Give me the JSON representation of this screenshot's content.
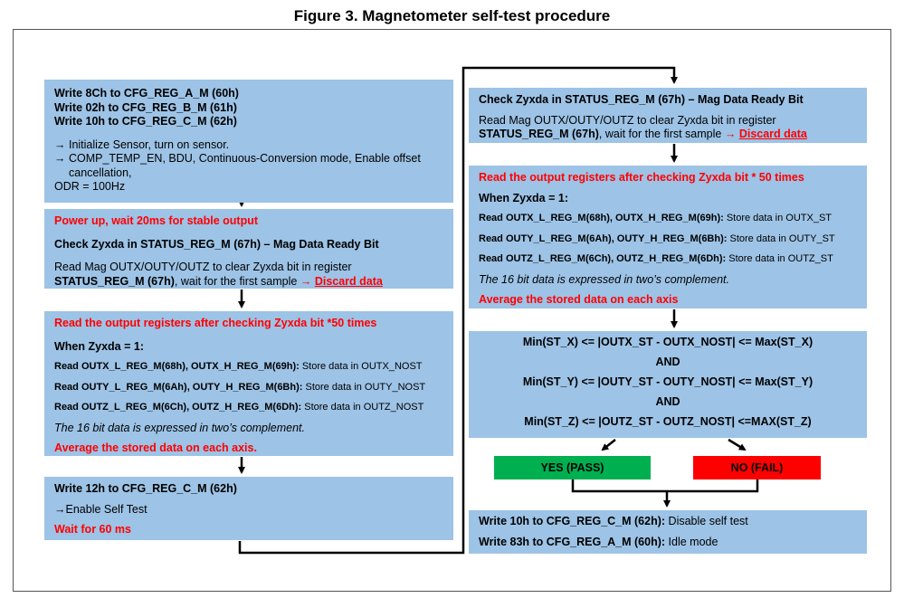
{
  "figure_title": "Figure 3. Magnetometer self-test procedure",
  "box1": {
    "l1": "Write 8Ch to CFG_REG_A_M (60h)",
    "l2": "Write 02h to CFG_REG_B_M (61h)",
    "l3": "Write 10h to CFG_REG_C_M (62h)",
    "l4": "→ Initialize Sensor, turn on sensor.",
    "l5": "→  COMP_TEMP_EN, BDU, Continuous-Conversion mode, Enable offset",
    "l6": "cancellation,",
    "l7": "ODR = 100Hz"
  },
  "box2": {
    "l1": "Power up, wait 20ms for stable output",
    "l2": "Check Zyxda in STATUS_REG_M (67h) – Mag Data Ready Bit",
    "l3": "Read Mag OUTX/OUTY/OUTZ to clear Zyxda bit in register",
    "l4_bold": "STATUS_REG_M (67h)",
    "l4_rest": ", wait for the first sample ",
    "l4_red": "→ ",
    "l4_link": "Discard data"
  },
  "box3": {
    "l1": "Read the output registers after checking Zyxda bit *50 times",
    "l2": "When Zyxda = 1:",
    "r1_bold": "Read OUTX_L_REG_M(68h), OUTX_H_REG_M(69h):",
    "r1_rest": " Store data in OUTX_NOST",
    "r2_bold": "Read OUTY_L_REG_M(6Ah), OUTY_H_REG_M(6Bh):",
    "r2_rest": " Store data in OUTY_NOST",
    "r3_bold": "Read OUTZ_L_REG_M(6Ch), OUTZ_H_REG_M(6Dh):",
    "r3_rest": " Store data in OUTZ_NOST",
    "note": "The 16 bit data is expressed in two’s complement.",
    "avg": "Average the stored data on each axis."
  },
  "box4": {
    "l1": "Write 12h to CFG_REG_C_M (62h)",
    "l2": "→Enable Self Test",
    "l3": "Wait for 60 ms"
  },
  "box5": {
    "l1": "Check Zyxda in STATUS_REG_M (67h) – Mag Data Ready Bit",
    "l2": "Read Mag OUTX/OUTY/OUTZ to clear Zyxda bit in register",
    "l3_bold": "STATUS_REG_M (67h)",
    "l3_rest": ", wait for the first sample ",
    "l3_red": "→ ",
    "l3_link": "Discard data"
  },
  "box6": {
    "l1": "Read the output registers after checking Zyxda bit * 50 times",
    "l2": "When Zyxda = 1:",
    "r1_bold": "Read OUTX_L_REG_M(68h), OUTX_H_REG_M(69h):",
    "r1_rest": " Store data in OUTX_ST",
    "r2_bold": "Read OUTY_L_REG_M(6Ah), OUTY_H_REG_M(6Bh):",
    "r2_rest": " Store data in OUTY_ST",
    "r3_bold": "Read OUTZ_L_REG_M(6Ch), OUTZ_H_REG_M(6Dh):",
    "r3_rest": " Store data in OUTZ_ST",
    "note": "The 16 bit data is expressed in two’s complement.",
    "avg": "Average the stored data on each axis"
  },
  "box7": {
    "c1": "Min(ST_X) <= |OUTX_ST - OUTX_NOST| <= Max(ST_X)",
    "and1": "AND",
    "c2": "Min(ST_Y) <= |OUTY_ST - OUTY_NOST| <= Max(ST_Y)",
    "and2": "AND",
    "c3": "Min(ST_Z) <= |OUTZ_ST - OUTZ_NOST| <=MAX(ST_Z)"
  },
  "yes_label": "YES (PASS)",
  "no_label": "NO (FAIL)",
  "box8": {
    "l1_bold": "Write 10h to CFG_REG_C_M (62h):",
    "l1_rest": " Disable self test",
    "l2_bold": "Write 83h to CFG_REG_A_M (60h):",
    "l2_rest": " Idle mode"
  },
  "colors": {
    "box_fill": "#9dc3e6",
    "pass": "#00b050",
    "fail": "#ff0000",
    "highlight_text": "#ff0000"
  }
}
